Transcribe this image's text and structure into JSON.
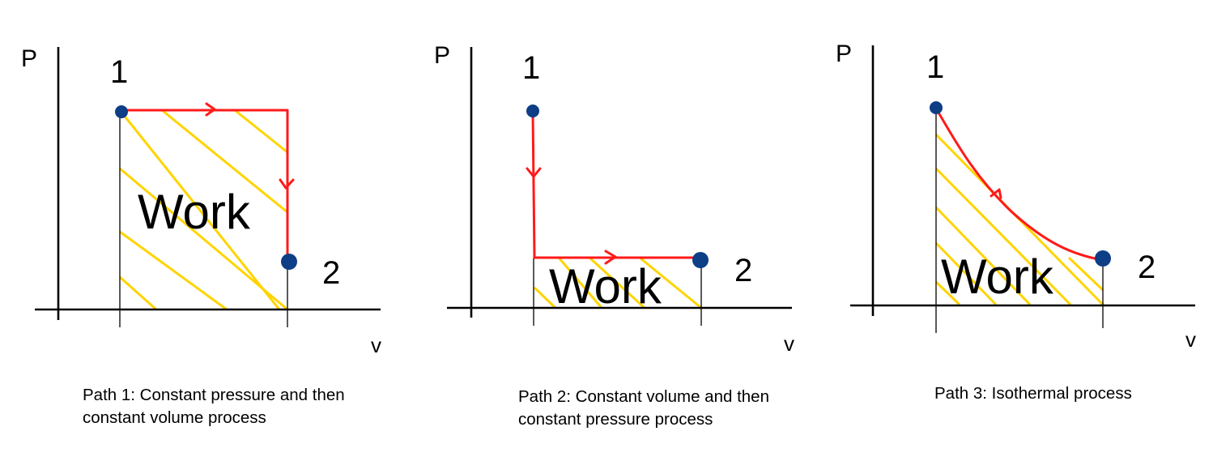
{
  "panels": [
    {
      "y_axis_label": "P",
      "x_axis_label": "v",
      "state1_label": "1",
      "state2_label": "2",
      "area_label": "Work",
      "caption_line1": "Path 1: Constant pressure and then",
      "caption_line2": "constant volume process"
    },
    {
      "y_axis_label": "P",
      "x_axis_label": "v",
      "state1_label": "1",
      "state2_label": "2",
      "area_label": "Work",
      "caption_line1": "Path 2: Constant volume and then",
      "caption_line2": "constant pressure process"
    },
    {
      "y_axis_label": "P",
      "x_axis_label": "v",
      "state1_label": "1",
      "state2_label": "2",
      "area_label": "Work",
      "caption_line1": "Path 3: Isothermal process",
      "caption_line2": ""
    }
  ],
  "colors": {
    "process_path": "#ff1a1a",
    "work_hatch": "#ffd400",
    "state_point": "#0d3e86",
    "axes": "#000000"
  }
}
